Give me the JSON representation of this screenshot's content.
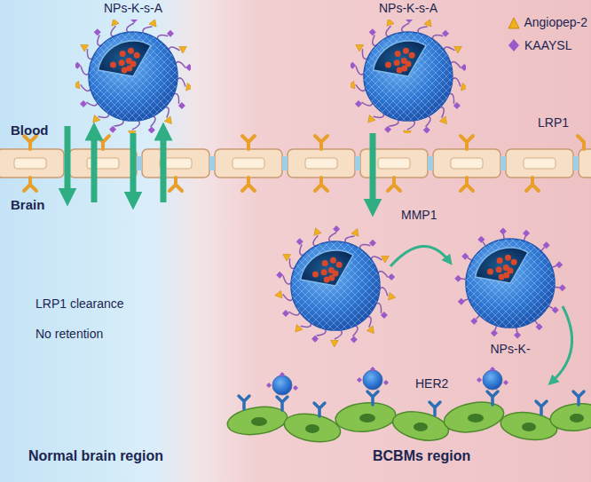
{
  "diagram": {
    "nodes": [
      {
        "text": [
          "Normal brain region"
        ]
      },
      {
        "text": [
          "BCBMs region"
        ]
      },
      {
        "text": [
          "NPs-K-s-A"
        ],
        "in": 0
      },
      {
        "text": [
          "NPs-K-s-A"
        ],
        "in": 1
      },
      {
        "text": [
          "NPs-K-"
        ],
        "in": 1
      }
    ],
    "edges": [],
    "labels": [
      "Blood",
      "Brain",
      "LRP1",
      "MMP1",
      "HER2",
      "LRP1 clearance",
      "No retention"
    ],
    "legend": [
      {
        "text": "Angiopep-2"
      },
      {
        "text": "KAAYSL"
      }
    ]
  }
}
